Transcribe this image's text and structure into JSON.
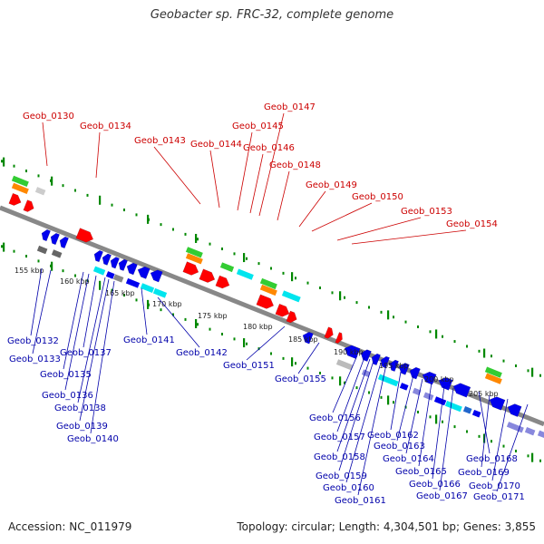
{
  "title": "Geobacter sp. FRC-32, complete genome",
  "footer": {
    "accession": "Accession: NC_011979",
    "summary": "Topology: circular; Length: 4,304,501 bp; Genes: 3,855"
  },
  "colors": {
    "forward_gene": "#ff0000",
    "reverse_gene": "#0000ee",
    "rna": "#00e5ee",
    "pseudogene": "#999999",
    "other": "#8888dd",
    "backbone": "#888888",
    "tick": "#008800",
    "red_label": "#cc0000",
    "blue_label": "#0000aa"
  },
  "kbp_labels": [
    "155 kbp",
    "160 kbp",
    "165 kbp",
    "170 kbp",
    "175 kbp",
    "180 kbp",
    "185 kbp",
    "190 kbp",
    "195 kbp",
    "200 kbp",
    "205 kbp"
  ],
  "top_labels": [
    "Geob_0130",
    "Geob_0134",
    "Geob_0143",
    "Geob_0144",
    "Geob_0145",
    "Geob_0146",
    "Geob_0147",
    "Geob_0148",
    "Geob_0149",
    "Geob_0150",
    "Geob_0153",
    "Geob_0154"
  ],
  "bottom_labels": [
    "Geob_0132",
    "Geob_0133",
    "Geob_0135",
    "Geob_0136",
    "Geob_0137",
    "Geob_0138",
    "Geob_0139",
    "Geob_0140",
    "Geob_0141",
    "Geob_0142",
    "Geob_0151",
    "Geob_0155",
    "Geob_0156",
    "Geob_0157",
    "Geob_0158",
    "Geob_0159",
    "Geob_0160",
    "Geob_0161",
    "Geob_0162",
    "Geob_0163",
    "Geob_0164",
    "Geob_0165",
    "Geob_0166",
    "Geob_0167",
    "Geob_0168",
    "Geob_0169",
    "Geob_0170",
    "Geob_0171"
  ]
}
